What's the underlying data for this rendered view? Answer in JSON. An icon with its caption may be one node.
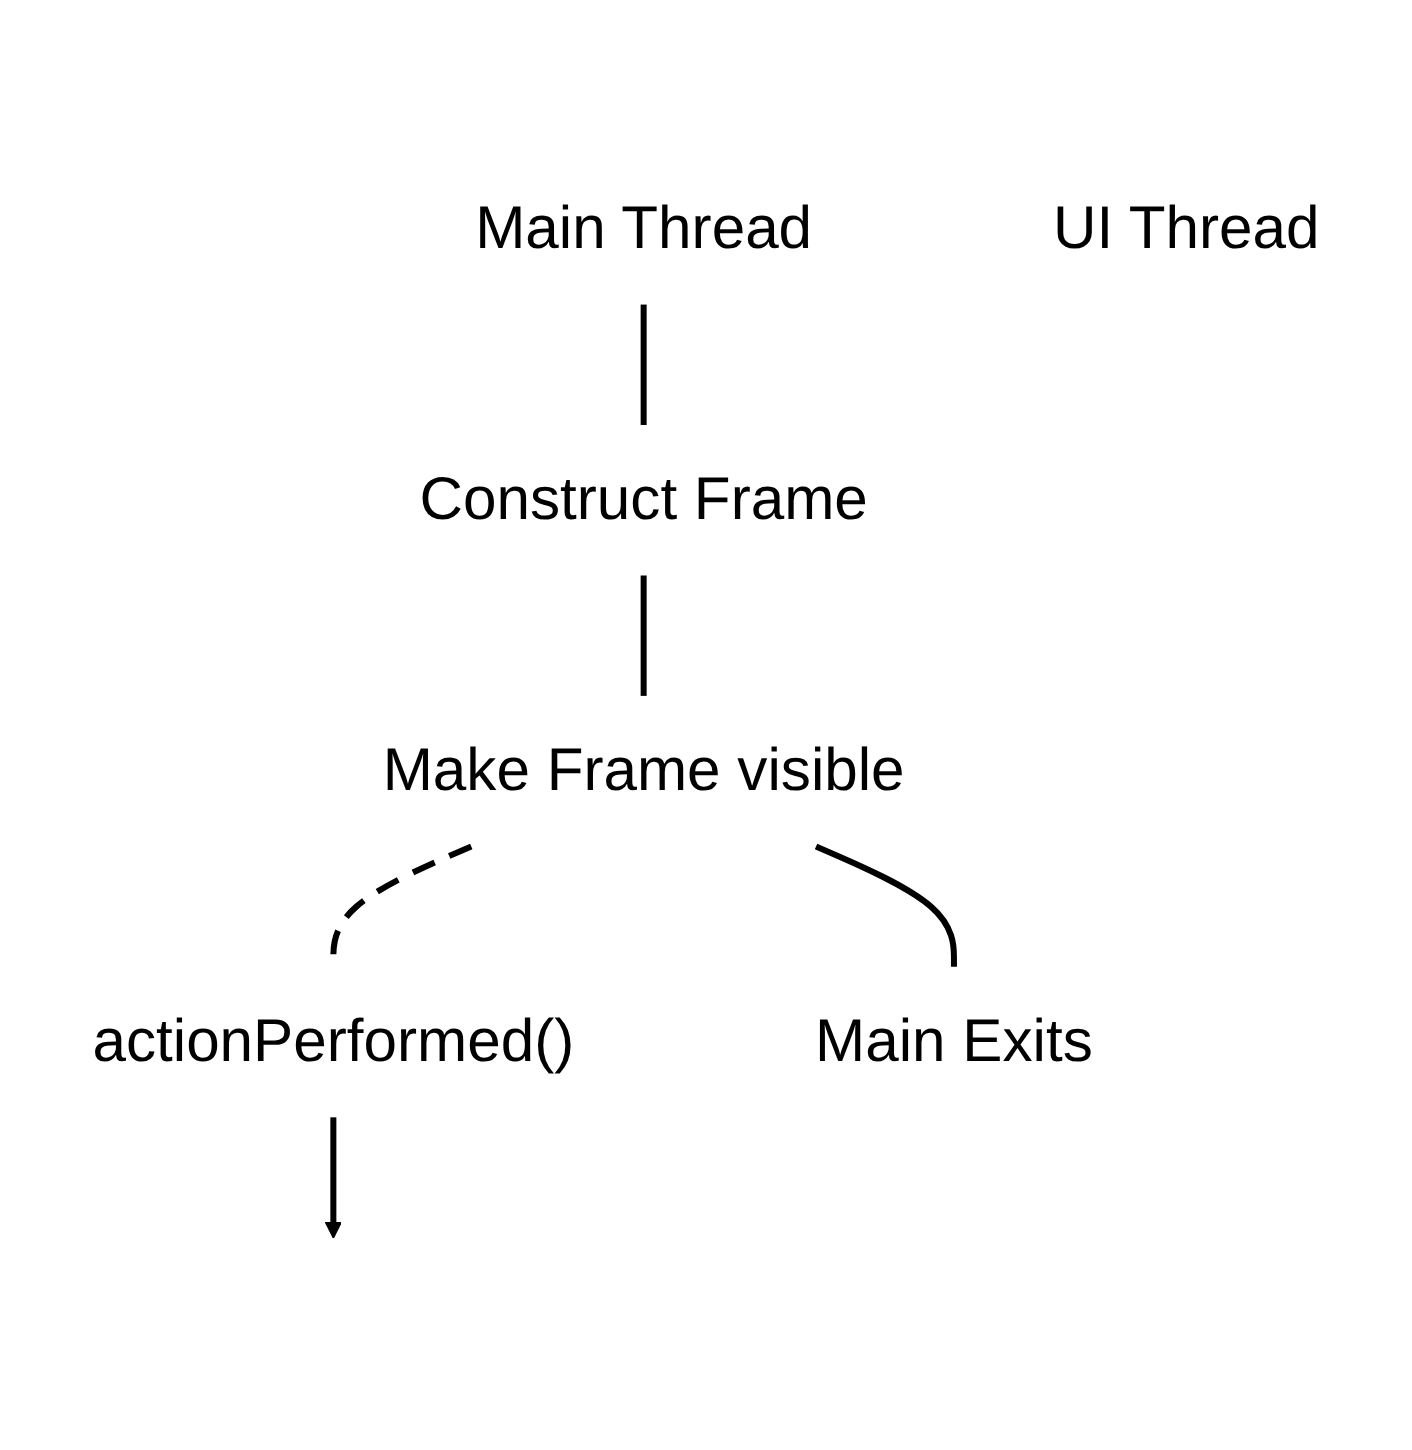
{
  "diagram": {
    "nodes": [
      {
        "text": [
          "Main Thread"
        ]
      },
      {
        "text": [
          "UI Thread"
        ]
      },
      {
        "text": [
          "Construct Frame"
        ]
      },
      {
        "text": [
          "Make Frame visible"
        ]
      },
      {
        "text": [
          "actionPerformed()"
        ]
      },
      {
        "text": [
          "Main Exits"
        ]
      }
    ],
    "edges": [
      {
        "from": 0,
        "to": 2,
        "arrow": "none"
      },
      {
        "from": 2,
        "to": 3,
        "arrow": "none"
      },
      {
        "from": 3,
        "to": 4,
        "arrow": "none",
        "style": "dashed"
      },
      {
        "from": 3,
        "to": 5,
        "arrow": "none"
      },
      {
        "from": 4,
        "to": null,
        "arrow": "to"
      }
    ]
  }
}
